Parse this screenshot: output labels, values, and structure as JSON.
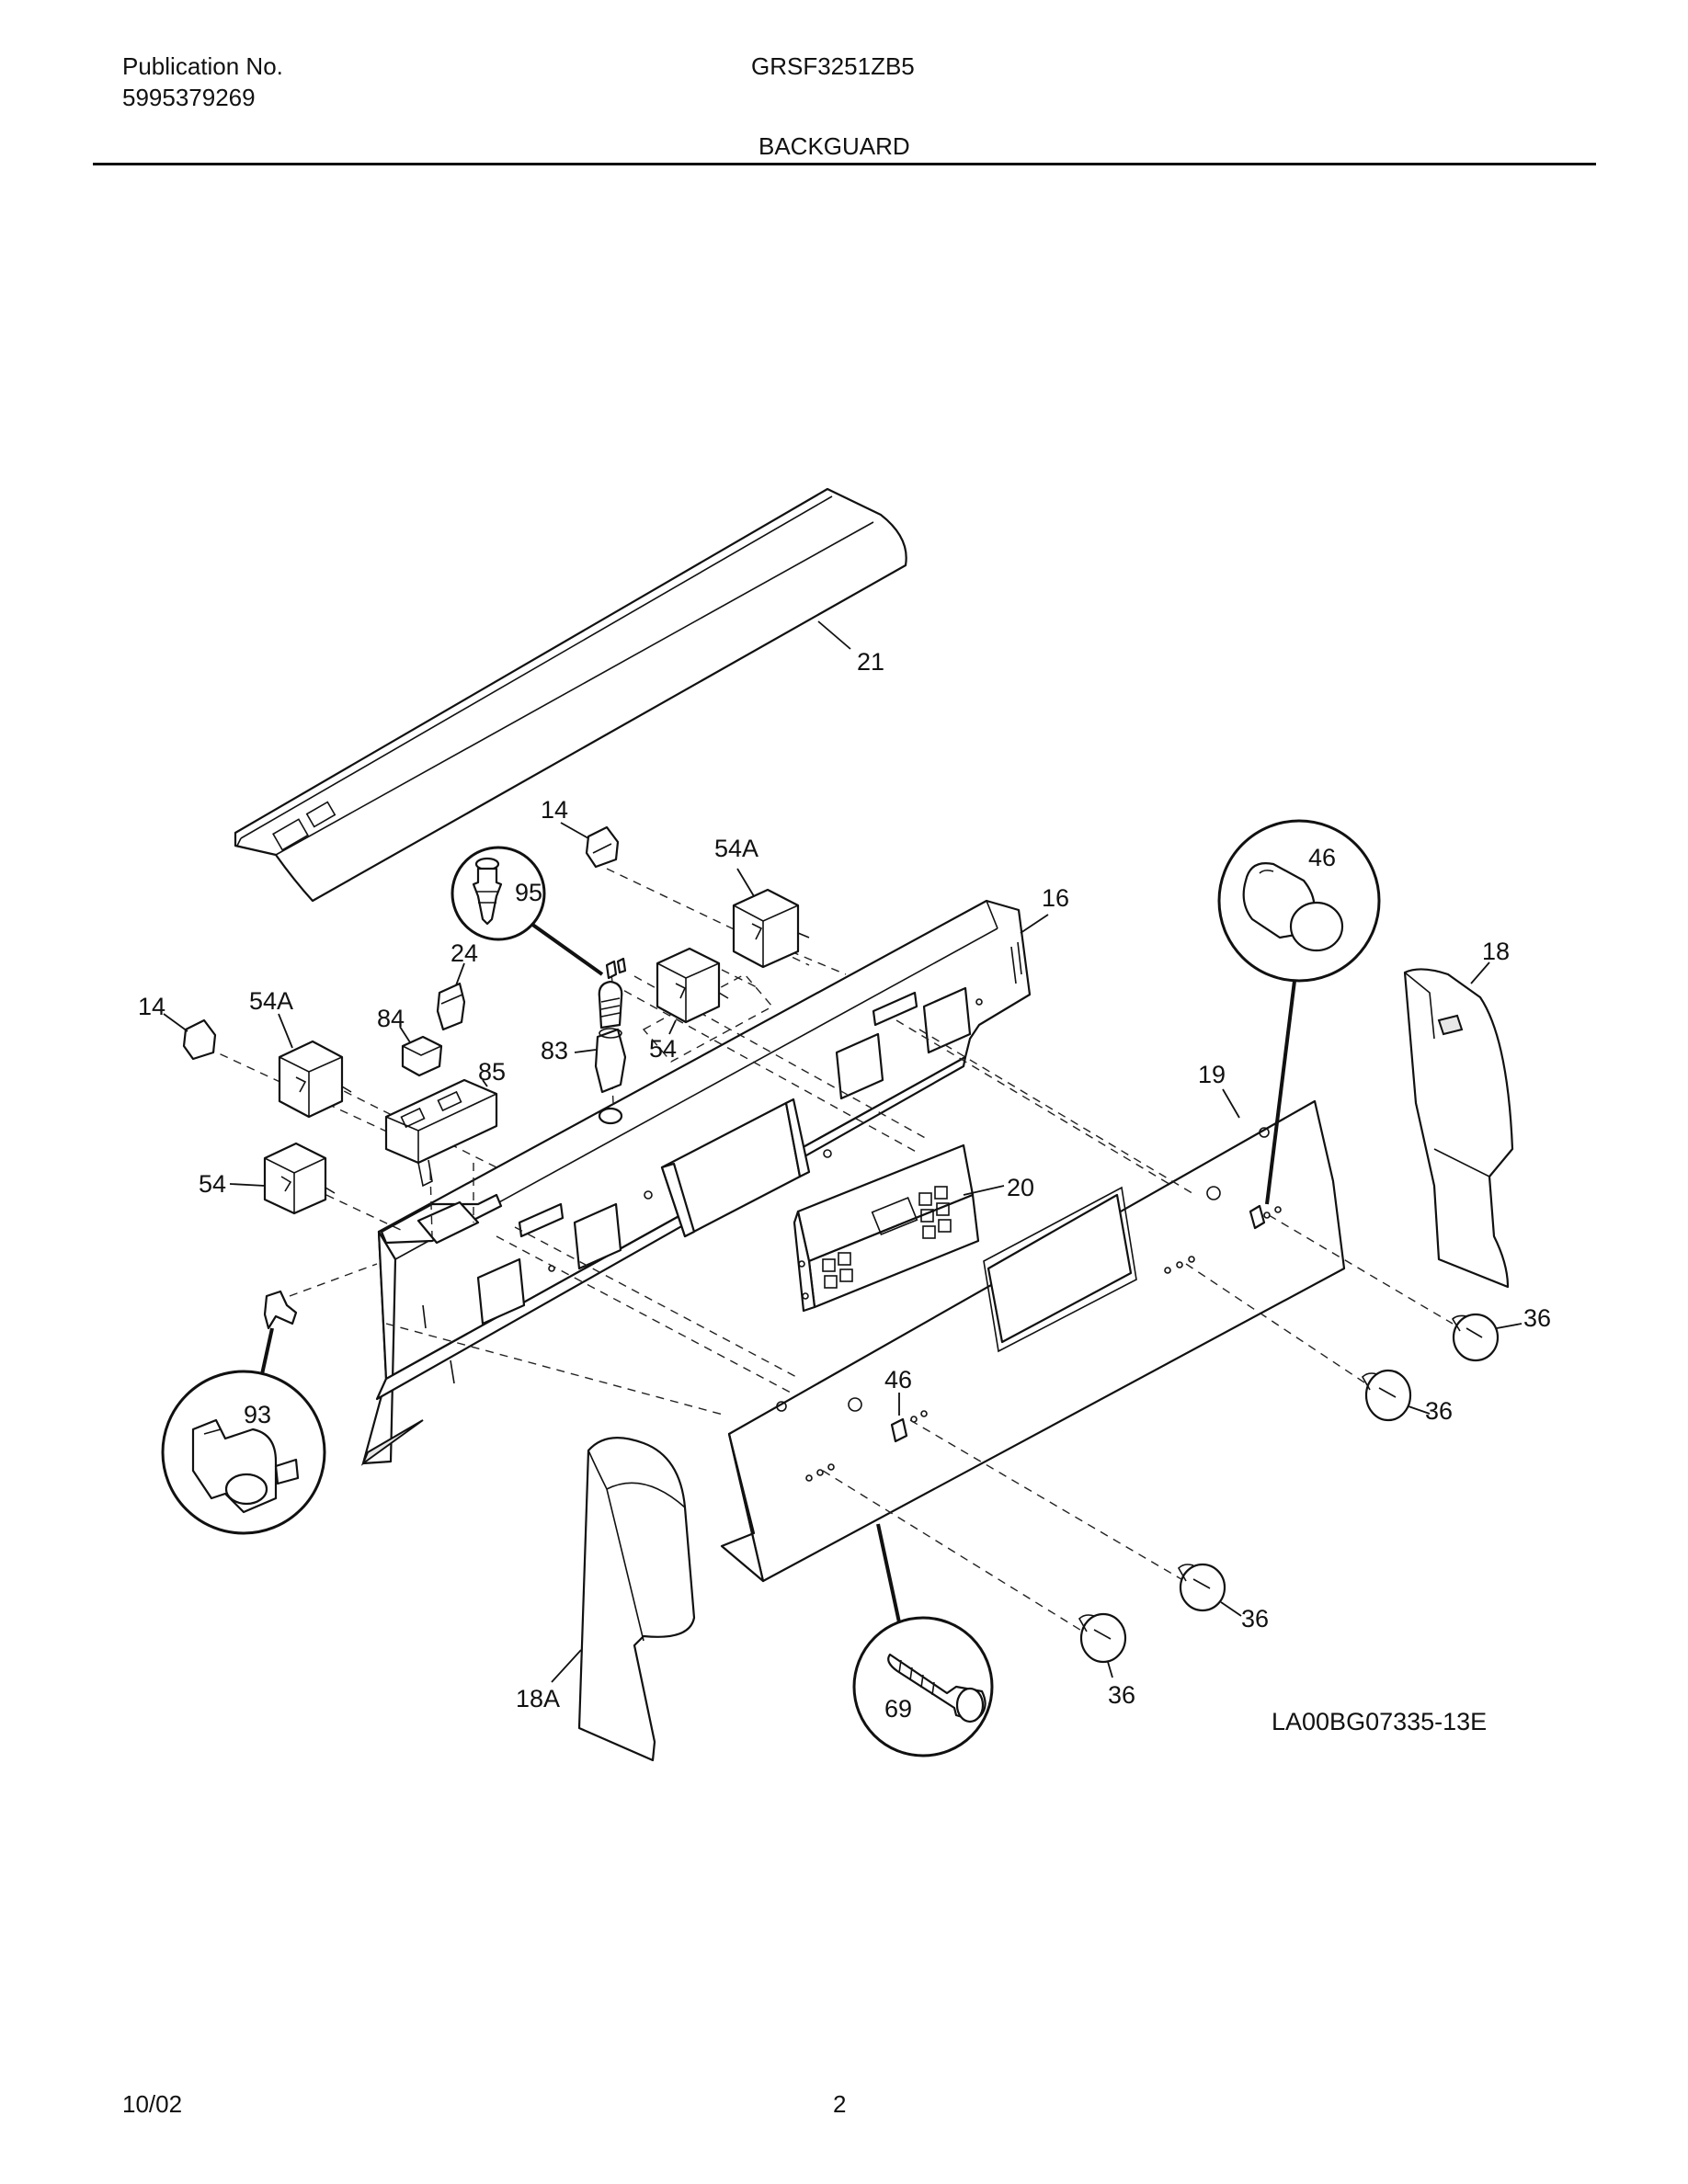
{
  "header": {
    "publication_label": "Publication No.",
    "publication_number": "5995379269",
    "model": "GRSF3251ZB5",
    "section": "BACKGUARD"
  },
  "footer": {
    "date": "10/02",
    "page": "2"
  },
  "diagram": {
    "drawing_id": "LA00BG07335-13E",
    "callouts": {
      "c21": "21",
      "c14a": "14",
      "c54a_top": "54A",
      "c16": "16",
      "c46_circle": "46",
      "c18": "18",
      "c95": "95",
      "c24": "24",
      "c14b": "14",
      "c54a_left": "54A",
      "c84": "84",
      "c85": "85",
      "c83": "83",
      "c54_mid": "54",
      "c19": "19",
      "c54_left": "54",
      "c20": "20",
      "c36_a": "36",
      "c36_b": "36",
      "c93": "93",
      "c46_panel": "46",
      "c36_c": "36",
      "c36_d": "36",
      "c18a": "18A",
      "c69": "69"
    }
  }
}
